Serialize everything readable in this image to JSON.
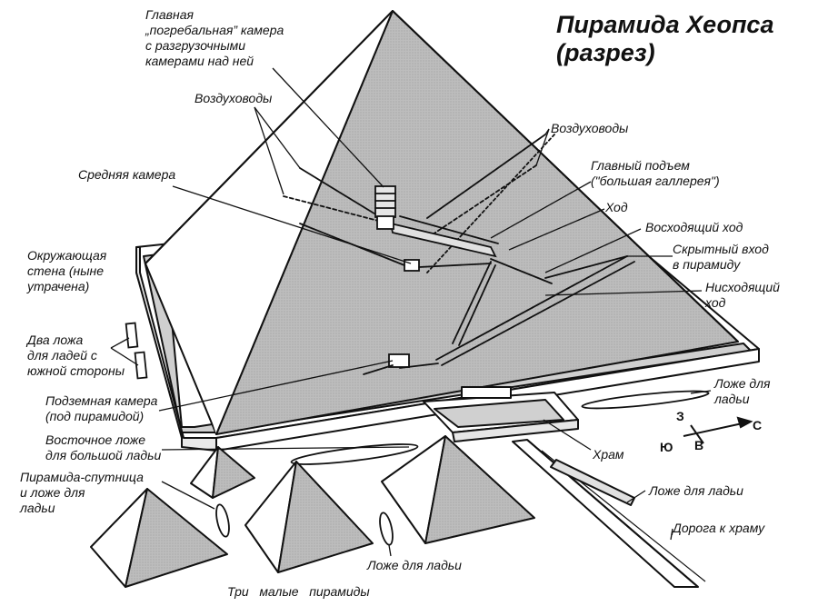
{
  "title": "Пирамида Хеопса\n(разрез)",
  "labels": {
    "king_chamber": "Главная\n„погребальная” камера\nс разгрузочными\nкамерами над ней",
    "air_shafts_left": "Воздуховоды",
    "air_shafts_right": "Воздуховоды",
    "grand_gallery": "Главный подъем\n(\"большая галлерея\")",
    "passage": "Ход",
    "middle_chamber": "Средняя камера",
    "ascending_passage": "Восходящий ход",
    "hidden_entrance": "Скрытный вход\nв пирамиду",
    "enclosure_wall": "Окружающая\nстена (ныне\nутрачена)",
    "descending_passage": "Нисходящий\nход",
    "south_boat_pits": "Два ложа\nдля ладей с\nюжной стороны",
    "subterranean_chamber": "Подземная камера\n(под пирамидой)",
    "boat_pit_right": "Ложе для\nладьи",
    "east_boat_pit": "Восточное ложе\nдля большой ладьи",
    "temple": "Храм",
    "satellite_pyramid": "Пирамида-спутница\nи ложе для\nладьи",
    "boat_pit_causeway": "Ложе для ладьи",
    "causeway": "Дорога к храму",
    "boat_pit_bottom": "Ложе для ладьи",
    "three_small_pyramids": "Три   малые   пирамиды"
  },
  "compass": {
    "north": "С",
    "south": "Ю",
    "west": "З",
    "east": "В"
  },
  "colors": {
    "shade": "#b4b4b4",
    "shade_dark": "#8f8f8f",
    "line": "#111111",
    "paper": "#ffffff"
  }
}
